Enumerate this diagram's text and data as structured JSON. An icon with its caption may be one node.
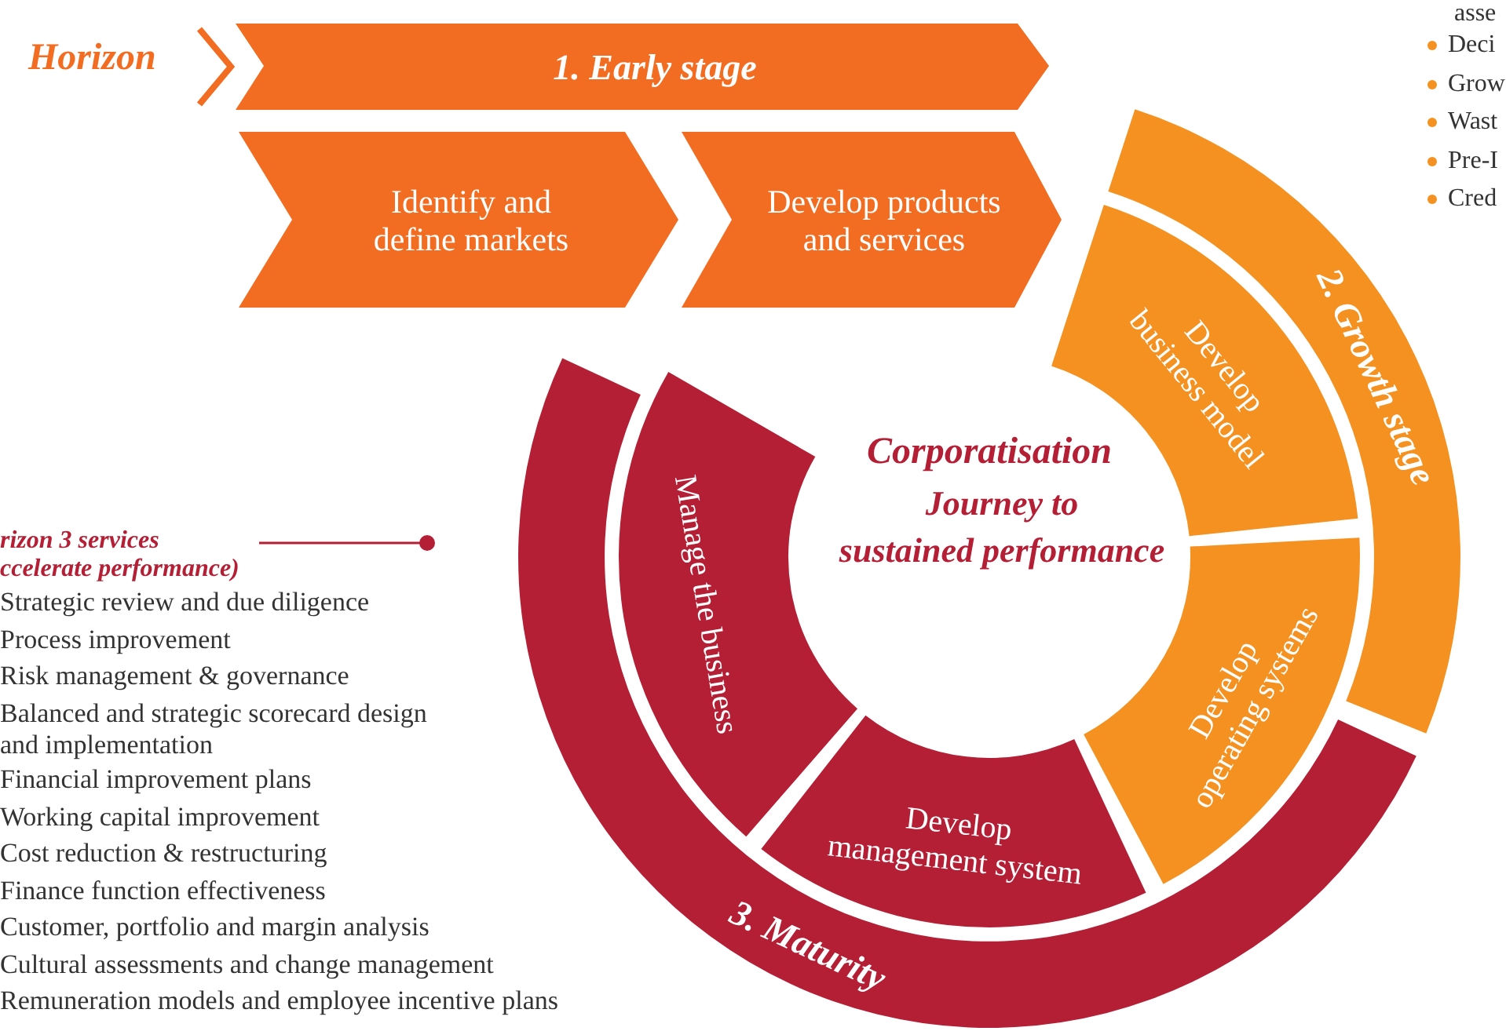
{
  "diagram": {
    "nodes": [
      {
        "text": [
          "Horizon"
        ]
      },
      {
        "text": [
          "1. Early stage"
        ]
      },
      {
        "text": [
          "Identify and define markets"
        ]
      },
      {
        "text": [
          "Develop products and services"
        ]
      },
      {
        "text": [
          "2. Growth stage"
        ]
      },
      {
        "text": [
          "Develop business model"
        ]
      },
      {
        "text": [
          "Develop operating systems"
        ]
      },
      {
        "text": [
          "3. Maturity"
        ]
      },
      {
        "text": [
          "Develop management system"
        ]
      },
      {
        "text": [
          "Manage the business"
        ]
      },
      {
        "text": [
          "Corporatisation",
          "Journey to sustained performance"
        ]
      },
      {
        "text": [
          "rizon 3 services ccelerate performance)"
        ]
      }
    ],
    "edges": [
      {
        "from": 0,
        "to": 1,
        "arrow": "to",
        "style": "thick"
      },
      {
        "from": 11,
        "to": null,
        "arrow": "other"
      }
    ],
    "labels": [
      "asse",
      "Deci",
      "Grow",
      "Wast",
      "Pre-I",
      "Cred",
      "Strategic review and due diligence",
      "Process improvement",
      "Risk management & governance",
      "Balanced and strategic scorecard design and implementation",
      "Financial improvement plans",
      "Working capital improvement",
      "Cost reduction & restructuring",
      "Finance function effectiveness",
      "Customer, portfolio and margin analysis",
      "Cultural assessments and change management",
      "Remuneration models and employee incentive plans"
    ]
  }
}
